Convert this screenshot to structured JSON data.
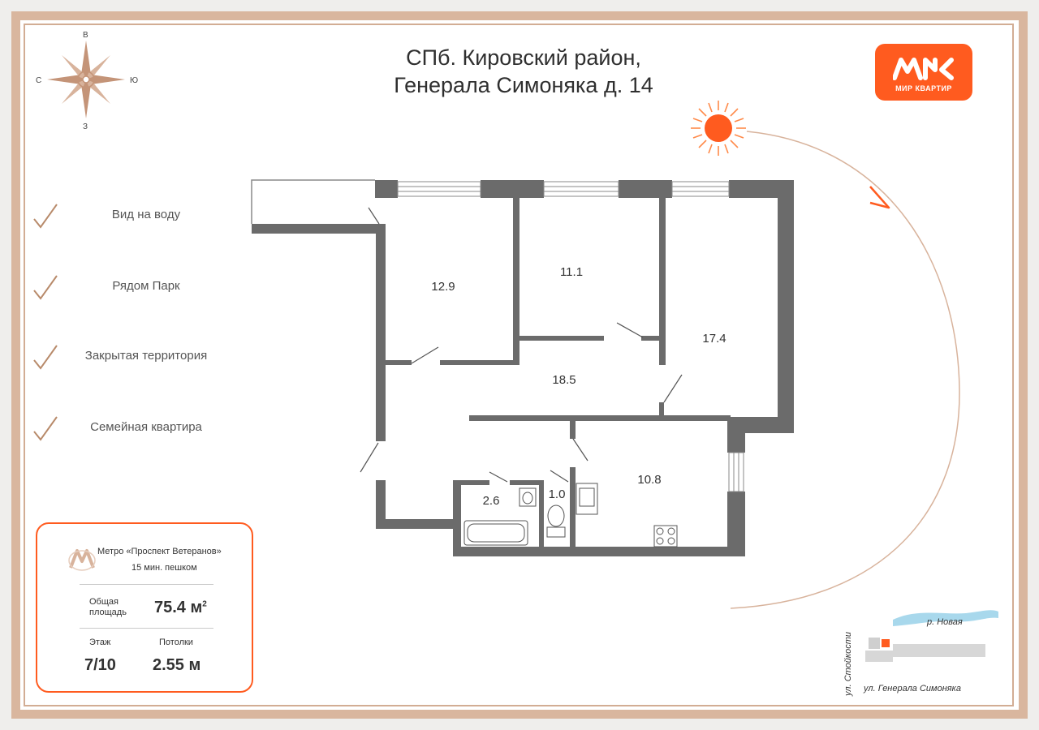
{
  "title": {
    "line1": "СПб. Кировский район,",
    "line2": "Генерала Симоняка д. 14"
  },
  "compass": {
    "north": "В",
    "west": "С",
    "east": "Ю",
    "south": "З"
  },
  "logo": {
    "text": "МИР КВАРТИР",
    "icon": "mir-kvartir-logo"
  },
  "features": [
    {
      "label": "Вид на воду"
    },
    {
      "label": "Рядом Парк"
    },
    {
      "label": "Закрытая территория"
    },
    {
      "label": "Семейная квартира"
    }
  ],
  "info": {
    "metro": "Метро «Проспект Ветеранов»",
    "walk": "15 мин. пешком",
    "area_label_1": "Общая",
    "area_label_2": "площадь",
    "area_value": "75.4 м",
    "area_unit_sup": "2",
    "floor_label": "Этаж",
    "floor_value": "7/10",
    "ceiling_label": "Потолки",
    "ceiling_value": "2.55 м"
  },
  "rooms": {
    "r1": "12.9",
    "r2": "11.1",
    "r3": "17.4",
    "r4": "18.5",
    "r5": "10.8",
    "r6": "2.6",
    "r7": "1.0"
  },
  "map": {
    "river": "р. Новая",
    "street_vertical": "ул. Стойкости",
    "street_horizontal": "ул. Генерала Симоняка"
  },
  "colors": {
    "accent": "#ff5b1f",
    "wall": "#6b6b6b",
    "frame": "#d9b69e",
    "check": "#b88a6a"
  }
}
